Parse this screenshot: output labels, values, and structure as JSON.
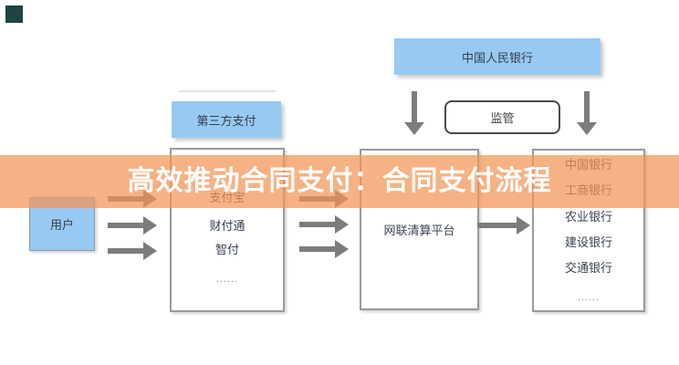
{
  "banner": {
    "title": "高效推动合同支付：合同支付流程",
    "bg_color": "rgba(243,148,85,0.72)",
    "text_color": "#ffffff"
  },
  "logo": {
    "color": "#1f4444"
  },
  "central_bank": {
    "label": "中国人民银行",
    "fill": "#97c9f3"
  },
  "supervision": {
    "label": "监管"
  },
  "user": {
    "label": "用户",
    "fill": "#97c9f3"
  },
  "third_party": {
    "header": "第三方支付",
    "fill": "#97c9f3",
    "items": [
      "支付宝",
      "财付通",
      "智付",
      "......"
    ]
  },
  "clearing": {
    "label": "网联清算平台"
  },
  "banks": {
    "items": [
      "中国银行",
      "工商银行",
      "农业银行",
      "建设银行",
      "交通银行",
      "......"
    ]
  },
  "colors": {
    "arrow": "#7c7c7c",
    "border": "#9a9a9a"
  }
}
